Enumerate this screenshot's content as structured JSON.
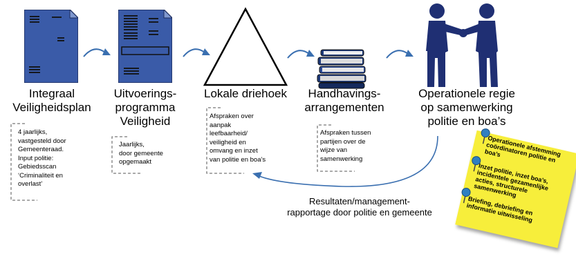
{
  "stages": [
    {
      "id": "plan",
      "title": "Integraal\nVeiligheidsplan",
      "icon": "document-icon",
      "note": "4 jaarlijks,\nvastgesteld door\nGemeenteraad.\nInput politie:\nGebiedsscan\n‘Criminaliteit en\noverlast’"
    },
    {
      "id": "programma",
      "title": "Uitvoerings-\nprogramma\nVeiligheid",
      "icon": "document-list-icon",
      "note": "Jaarlijks,\ndoor gemeente\nopgemaakt"
    },
    {
      "id": "driehoek",
      "title": "Lokale driehoek",
      "icon": "triangle-icon",
      "note": "Afspraken over\naanpak\nleefbaarheid/\nveiligheid en\nomvang en inzet\nvan politie en boa’s"
    },
    {
      "id": "arrangementen",
      "title": "Handhavings-\narrangementen",
      "icon": "books-icon",
      "note": "Afspraken tussen\npartijen over de\nwijze van\nsamenwerking"
    },
    {
      "id": "regie",
      "title": "Operationele regie\nop samenwerking\npolitie en boa’s",
      "icon": "handshake-icon"
    }
  ],
  "feedback_label": "Resultaten/management-\nrapportage door politie en gemeente",
  "sticky_note": {
    "items": [
      "Operationele afstemming\ncoördinatoren politie en\nboa’s",
      "Inzet politie, inzet boa’s,\nincidentele gezamenlijke\nacties, structurele\nsamenwerking",
      "Briefing, debriefing en\ninformatie uitwisseling"
    ],
    "color": "#f7ee3b",
    "pin_color": "#2f7fc1"
  },
  "colors": {
    "document_fill": "#3a5ba8",
    "figure_fill": "#1f2f73",
    "arrow": "#3a6fb0"
  }
}
